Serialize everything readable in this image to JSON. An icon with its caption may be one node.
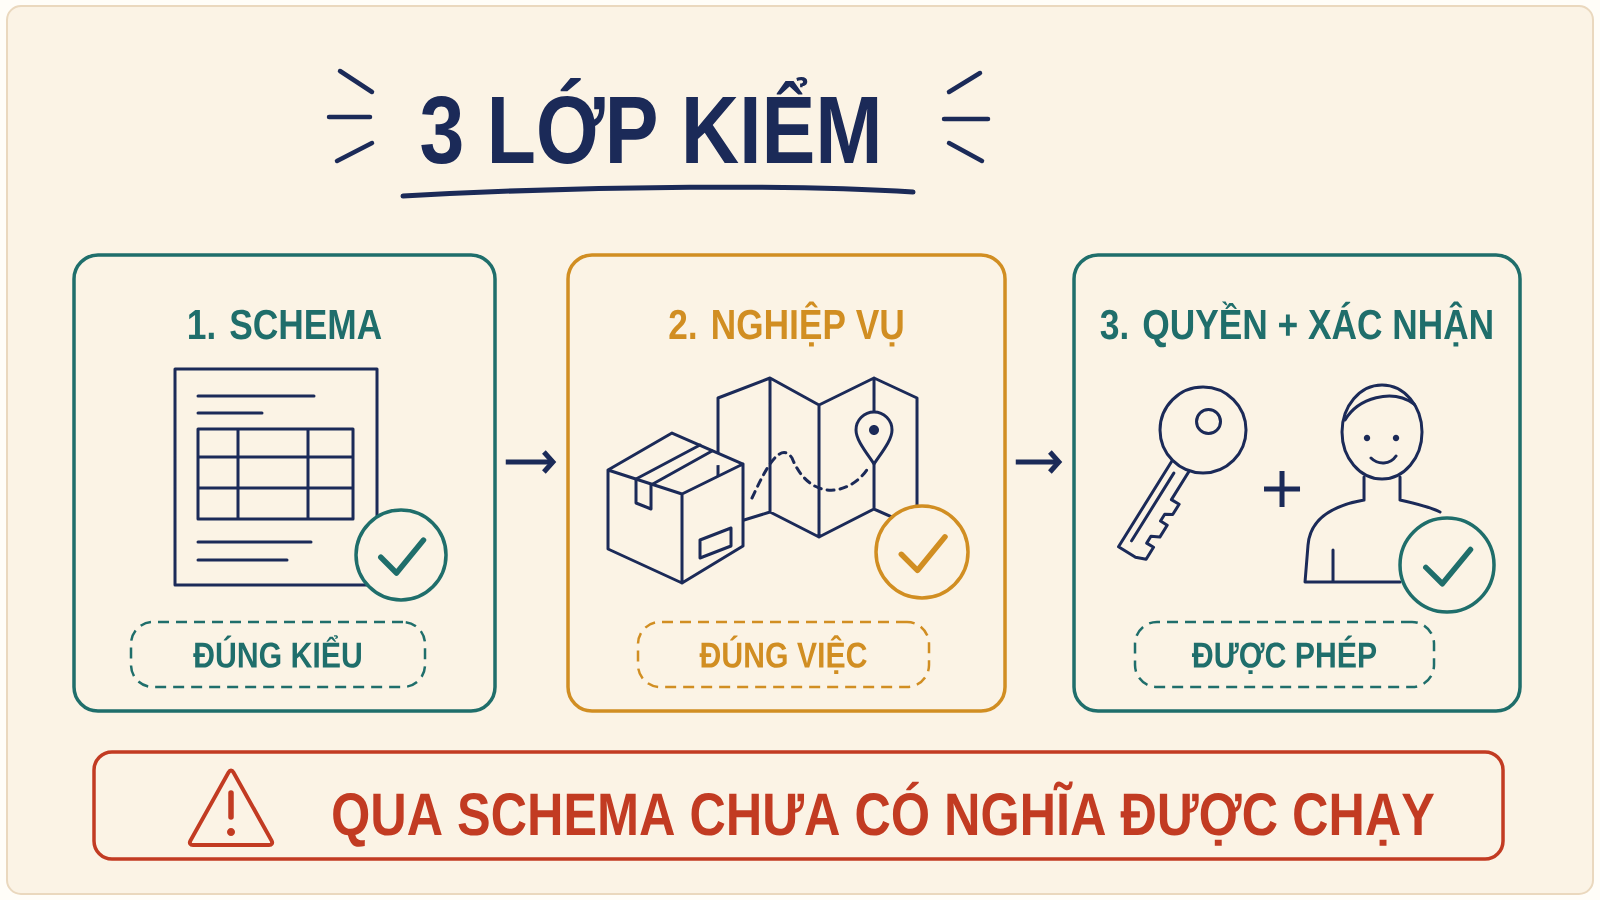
{
  "diagram": {
    "title": "3 LỚP KIỂM",
    "nodes": [
      {
        "text": [
          "1. SCHEMA"
        ]
      },
      {
        "text": [
          "ĐÚNG KIỂU"
        ],
        "in": 0
      },
      {
        "text": [
          "2. NGHIỆP VỤ"
        ]
      },
      {
        "text": [
          "ĐÚNG VIỆC"
        ],
        "in": 2
      },
      {
        "text": [
          "3. QUYỀN + XÁC NHẬN"
        ]
      },
      {
        "text": [
          "ĐƯỢC PHÉP"
        ],
        "in": 4
      },
      {
        "text": [
          "QUA SCHEMA CHƯA CÓ NGHĨA ĐƯỢC CHẠY"
        ]
      }
    ],
    "edges": [
      {
        "from": 0,
        "to": 2,
        "arrow": "to"
      },
      {
        "from": 2,
        "to": 4,
        "arrow": "to"
      }
    ]
  }
}
